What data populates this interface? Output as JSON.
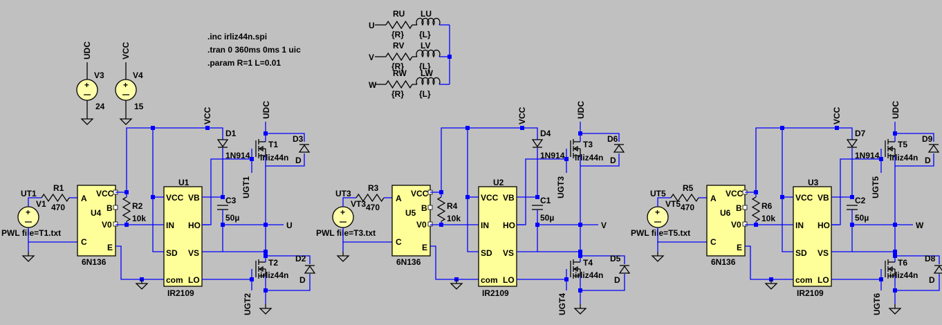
{
  "directives": [
    ".inc irliz44n.spi",
    ".tran 0 360ms 0ms 1 uic",
    ".param R=1 L=0.01"
  ],
  "supplies": [
    {
      "name": "V3",
      "net": "UDC",
      "value": "24"
    },
    {
      "name": "V4",
      "net": "VCC",
      "value": "15"
    }
  ],
  "load": {
    "phases": [
      {
        "net": "U",
        "r_name": "RU",
        "l_name": "LU",
        "r_val": "{R}",
        "l_val": "{L}"
      },
      {
        "net": "V",
        "r_name": "RV",
        "l_name": "LV",
        "r_val": "{R}",
        "l_val": "{L}"
      },
      {
        "net": "W",
        "r_name": "RW",
        "l_name": "LW",
        "r_val": "{R}",
        "l_val": "{L}"
      }
    ]
  },
  "legs": [
    {
      "src_label": "UT1",
      "src_name": "V1",
      "r_in": "R1",
      "r_in_val": "470",
      "pwl": "PWL file=T1.txt",
      "opto": "U4",
      "opto_part": "6N136",
      "r_pull": "R2",
      "r_pull_val": "10k",
      "drv": "U1",
      "drv_part": "IR2109",
      "boot_d": "D1",
      "boot_d_part": "1N914",
      "cap": "C3",
      "cap_val": "50µ",
      "t_hi": "T1",
      "t_lo": "T2",
      "fet_part": "irliz44n",
      "d_hi": "D3",
      "d_lo": "D2",
      "g_hi": "UGT1",
      "g_lo": "UGT2",
      "out": "U"
    },
    {
      "src_label": "UT3",
      "src_name": "VT3",
      "r_in": "R3",
      "r_in_val": "470",
      "pwl": "PWL file=T3.txt",
      "opto": "U5",
      "opto_part": "6N136",
      "r_pull": "R4",
      "r_pull_val": "10k",
      "drv": "U2",
      "drv_part": "IR2109",
      "boot_d": "D4",
      "boot_d_part": "1N914",
      "cap": "C1",
      "cap_val": "50µ",
      "t_hi": "T3",
      "t_lo": "T4",
      "fet_part": "irliz44n",
      "d_hi": "D6",
      "d_lo": "D5",
      "g_hi": "UGT3",
      "g_lo": "UGT4",
      "out": "V"
    },
    {
      "src_label": "UT5",
      "src_name": "VT5",
      "r_in": "R5",
      "r_in_val": "470",
      "pwl": "PWL file=T5.txt",
      "opto": "U6",
      "opto_part": "6N136",
      "r_pull": "R6",
      "r_pull_val": "10k",
      "drv": "U3",
      "drv_part": "IR2109",
      "boot_d": "D7",
      "boot_d_part": "1N914",
      "cap": "C2",
      "cap_val": "50µ",
      "t_hi": "T5",
      "t_lo": "T6",
      "fet_part": "irliz44n",
      "d_hi": "D9",
      "d_lo": "D8",
      "g_hi": "UGT5",
      "g_lo": "UGT6",
      "out": "W"
    }
  ],
  "pins": {
    "opto": [
      "A",
      "C",
      "VCC",
      "B",
      "V0",
      "E"
    ],
    "drv": [
      "VCC",
      "IN",
      "SD",
      "com",
      "VB",
      "HO",
      "VS",
      "LO"
    ],
    "diode_cathode": "D",
    "net_vcc": "VCC",
    "net_udc": "UDC"
  },
  "colors": {
    "background": "#c0c0c0",
    "wire": "#0000ff",
    "chip": "#ffff99",
    "component": "#000000"
  }
}
